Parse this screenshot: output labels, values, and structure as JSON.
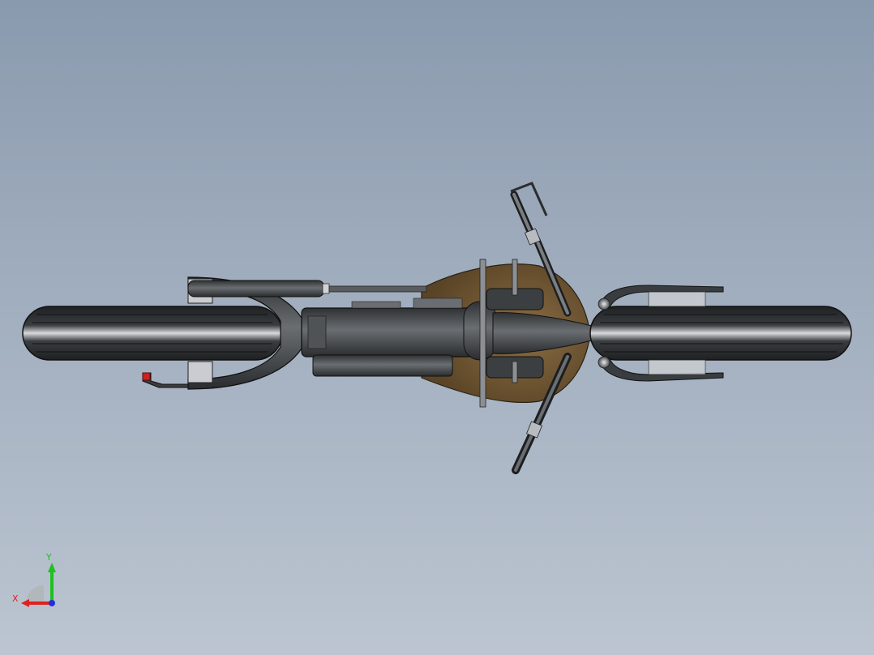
{
  "viewport": {
    "background_top": "#8a9aae",
    "background_bottom": "#bcc5d1"
  },
  "model": {
    "view": "top",
    "frame_color": "#4a4d4f",
    "tire_color": "#2a2c2e",
    "seat_color": "#6e5634",
    "chrome_color": "#b8bcc0",
    "accent_color": "#cc2222"
  },
  "triad": {
    "x_label": "X",
    "y_label": "Y",
    "x_color": "#e02020",
    "y_color": "#20c020",
    "z_color": "#2030e0"
  }
}
